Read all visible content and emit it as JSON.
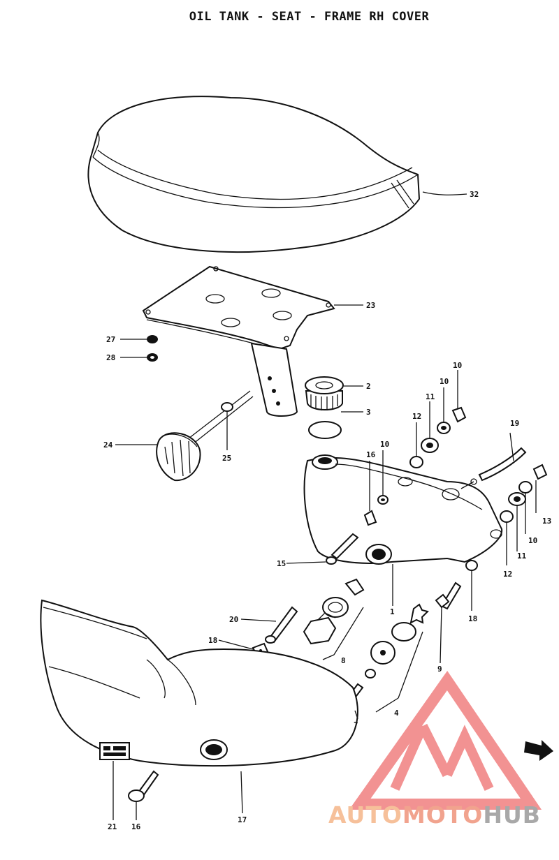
{
  "title": "OIL TANK - SEAT - FRAME RH COVER",
  "watermark": {
    "part1": "AUTO",
    "part2": "MOTO",
    "part3": "HUB",
    "colors": {
      "auto": "#f6c09a",
      "moto": "#f1a38e",
      "hub": "#a8a8a8",
      "logo": "#f08080"
    }
  },
  "labels": {
    "seat": "32",
    "seat_plate": "23",
    "nut_27": "27",
    "washer_28": "28",
    "tank_cap": "2",
    "cap_gasket": "3",
    "knob": "24",
    "bolt_25": "25",
    "cushion_12_top": "12",
    "cushion_11_top": "11",
    "cushion_10_top": "10",
    "cushion_10_cap": "10",
    "breather_hose": "19",
    "cushion_16": "16",
    "washer_10_tank": "10",
    "cushion_13": "13",
    "cushion_10_rear": "10",
    "cushion_11_rear": "11",
    "cushion_12_rear": "12",
    "bolt_15": "15",
    "washer_18_tank": "18",
    "tank_ref_1": "1",
    "bolt_20": "20",
    "clip_18": "18",
    "plug_group_8": "8",
    "strainer_group_4": "4",
    "bolt_7": "7",
    "bolt_9": "9",
    "frame_cover": "17",
    "label_21": "21",
    "screw_16": "16"
  },
  "arrow_icon": "right-arrow-icon"
}
